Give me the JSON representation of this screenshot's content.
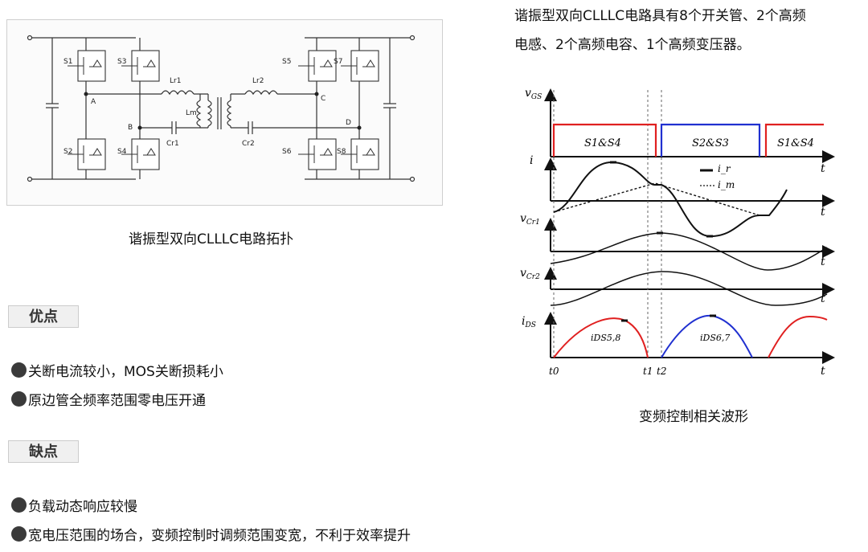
{
  "description": {
    "line1": "谐振型双向CLLLC电路具有8个开关管、2个高频",
    "line2": "电感、2个高频电容、1个高频变压器。"
  },
  "circuit": {
    "caption": "谐振型双向CLLLC电路拓扑",
    "switches": [
      "S1",
      "S3",
      "S5",
      "S7",
      "S2",
      "S4",
      "S6",
      "S8"
    ],
    "nodes": [
      "A",
      "B",
      "C",
      "D"
    ],
    "components": {
      "lr1": "Lr1",
      "lr2": "Lr2",
      "lm": "Lm",
      "cr1": "Cr1",
      "cr2": "Cr2"
    }
  },
  "waveform": {
    "caption": "变频控制相关波形",
    "axes": {
      "vgs": "v",
      "vgs_sub": "GS",
      "i": "i",
      "vcr1": "v",
      "vcr1_sub": "Cr1",
      "vcr2": "v",
      "vcr2_sub": "Cr2",
      "ids": "i",
      "ids_sub": "DS",
      "t": "t"
    },
    "gate_labels": [
      "S1&S4",
      "S2&S3",
      "S1&S4"
    ],
    "legend": [
      "i_r",
      "i_m"
    ],
    "ids_labels": [
      "iDS5,8",
      "iDS6,7"
    ],
    "time_marks": [
      "t0",
      "t1",
      "t2"
    ],
    "colors": {
      "first": "#e02020",
      "second": "#2030d0",
      "trace": "#111111"
    }
  },
  "advantages": {
    "title": "优点",
    "items": [
      "关断电流较小，MOS关断损耗小",
      "原边管全频率范围零电压开通"
    ]
  },
  "disadvantages": {
    "title": "缺点",
    "items": [
      "负载动态响应较慢",
      "宽电压范围的场合，变频控制时调频范围变宽，不利于效率提升"
    ]
  }
}
